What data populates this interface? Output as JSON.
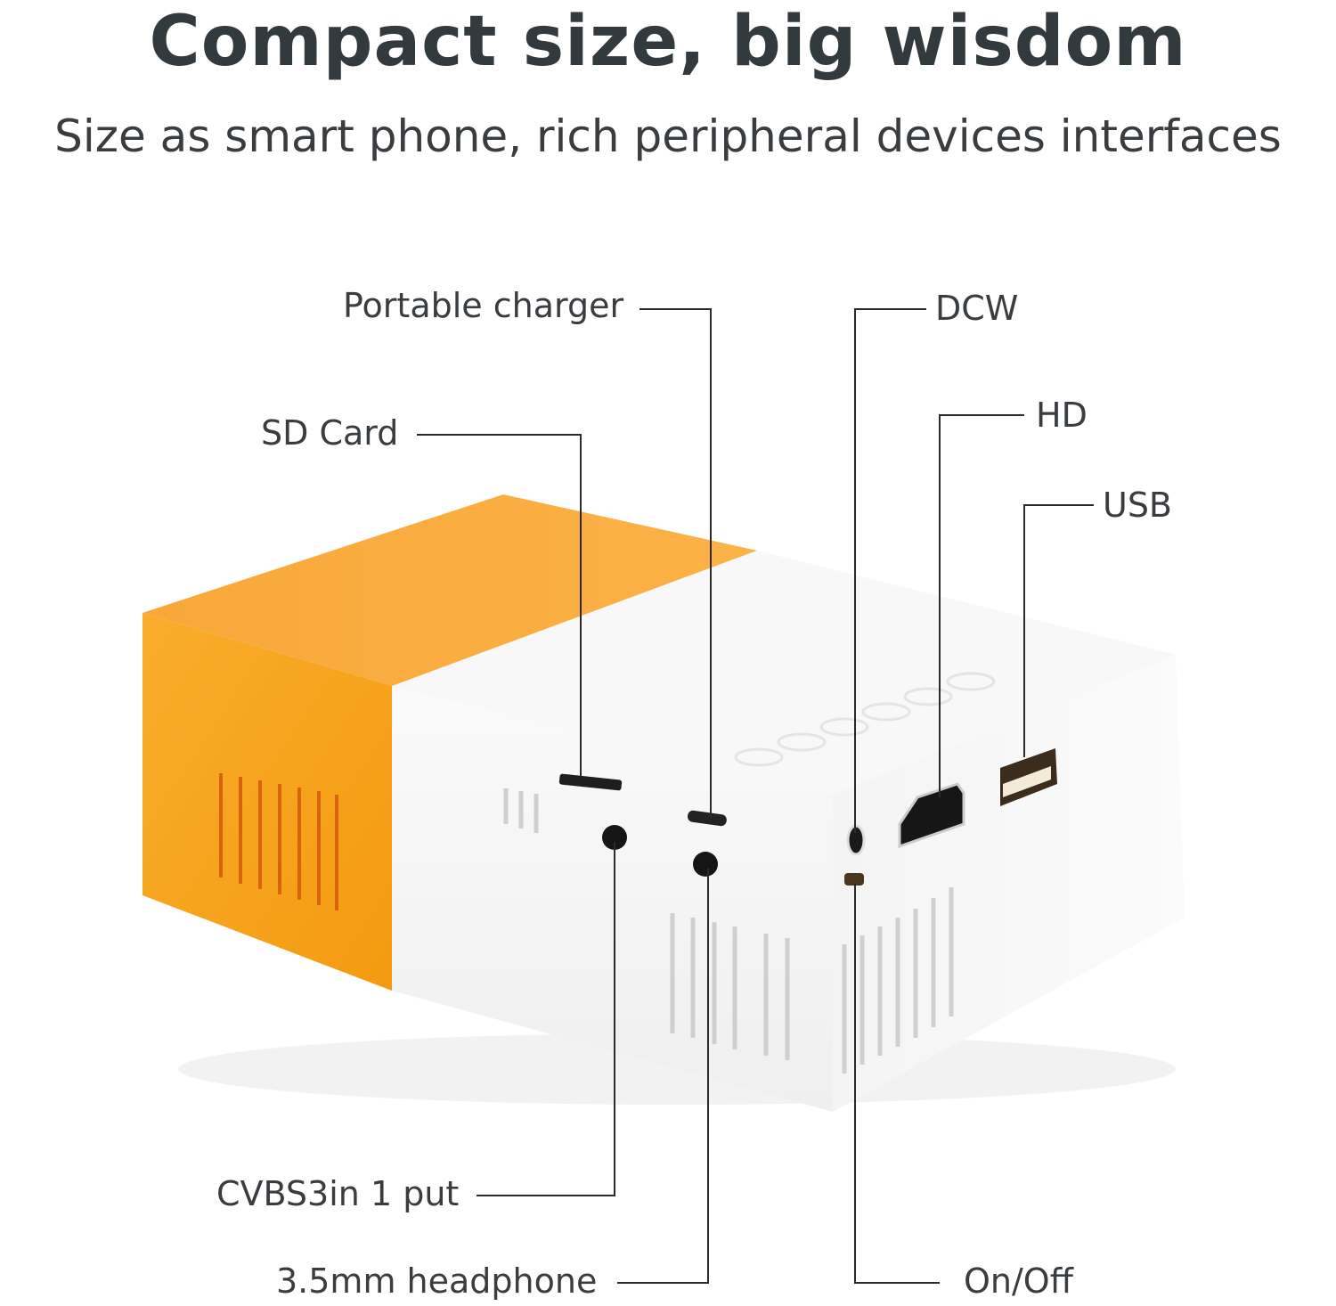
{
  "header": {
    "title": "Compact size, big wisdom",
    "subtitle": "Size as smart phone, rich peripheral devices interfaces"
  },
  "labels": {
    "portable_charger": "Portable charger",
    "sd_card": "SD Card",
    "dcw": "DCW",
    "hd": "HD",
    "usb": "USB",
    "cvbs": "CVBS3in 1 put",
    "headphone": "3.5mm headphone",
    "on_off": "On/Off"
  },
  "colors": {
    "orange": "#f7a21b",
    "white_body": "#f6f6f6",
    "text": "#3a3d40",
    "leader_line": "#2b2b2b"
  }
}
